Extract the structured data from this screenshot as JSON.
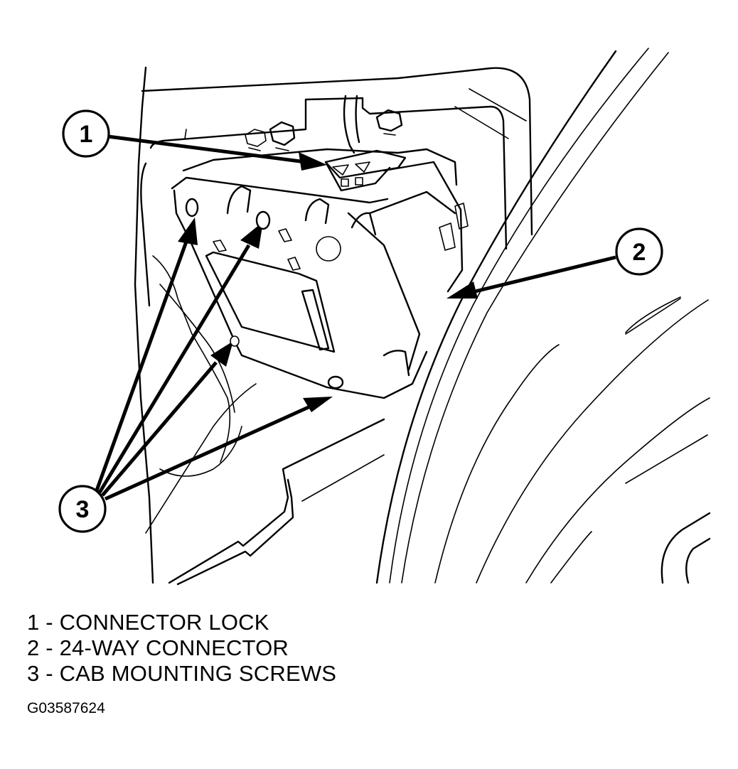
{
  "diagram": {
    "callouts": [
      {
        "number": "1",
        "target": "connector-lock"
      },
      {
        "number": "2",
        "target": "24-way-connector"
      },
      {
        "number": "3",
        "target": "cab-mounting-screws"
      }
    ],
    "colors": {
      "line": "#000000",
      "background": "#ffffff"
    }
  },
  "legend": {
    "items": [
      {
        "number": "1",
        "label": "1 - CONNECTOR LOCK"
      },
      {
        "number": "2",
        "label": "2 - 24-WAY CONNECTOR"
      },
      {
        "number": "3",
        "label": "3 - CAB MOUNTING SCREWS"
      }
    ]
  },
  "figure_id": "G03587624"
}
